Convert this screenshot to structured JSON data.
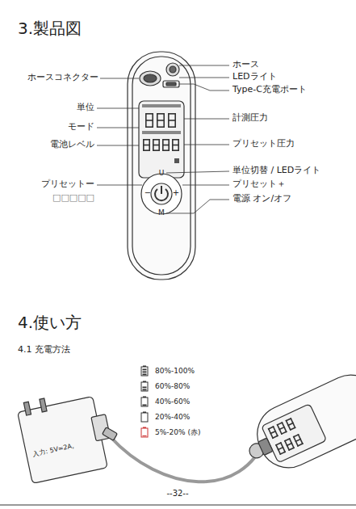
{
  "diagram": {
    "title": "3.製品図",
    "labels": [
      "ホース",
      "LEDライト",
      "Type-C充電ポート",
      "ホースコネクター",
      "単位",
      "計測圧力",
      "モード",
      "電池レベル",
      "プリセット圧力",
      "単位切替 / LEDライト",
      "プリセットー",
      "プリセット＋",
      "□□□□□",
      "電源 オン/オフ",
      "U",
      "M",
      "−",
      "+",
      "4.使い方",
      "4.1 充電方法",
      "入力: 5V=2A,",
      "--32--"
    ],
    "legend": [
      {
        "text": "80%-100%"
      },
      {
        "text": "60%-80%"
      },
      {
        "text": "40%-60%"
      },
      {
        "text": "20%-40%"
      },
      {
        "text": "5%-20% (赤)"
      }
    ]
  }
}
